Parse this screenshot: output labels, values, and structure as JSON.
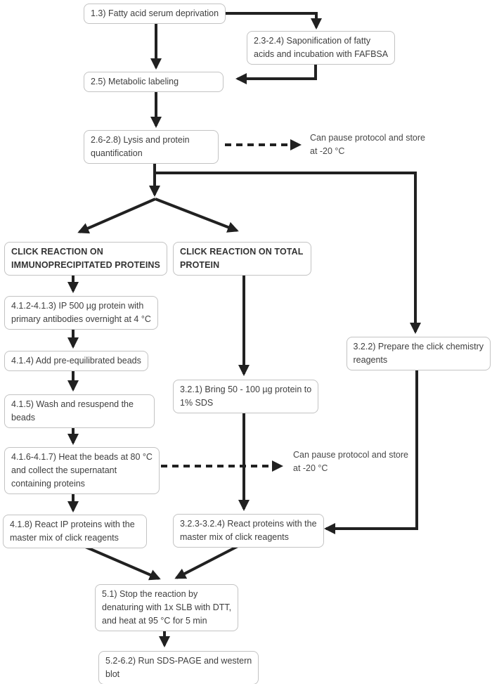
{
  "diagram": {
    "type": "protocol-flowchart",
    "colors": {
      "arrow": "#212121",
      "box_border": "#c3c3c3",
      "box_background": "#ffffff",
      "text": "#3e3e3e"
    },
    "nodes": {
      "step_1_3": {
        "label": "1.3) Fatty acid serum deprivation"
      },
      "step_2_3_2_4": {
        "label": "2.3-2.4) Saponification of fatty\nacids and incubation with FAFBSA"
      },
      "step_2_5": {
        "label": "2.5) Metabolic labeling"
      },
      "step_2_6_2_8": {
        "label": "2.6-2.8) Lysis and protein\nquantification"
      },
      "header_ip": {
        "label": "CLICK REACTION ON\nIMMUNOPRECIPITATED PROTEINS"
      },
      "header_total": {
        "label": "CLICK REACTION ON TOTAL\nPROTEIN"
      },
      "step_4_1_2": {
        "label": "4.1.2-4.1.3) IP 500 µg protein with\nprimary antibodies overnight at 4 °C"
      },
      "step_4_1_4": {
        "label": "4.1.4) Add pre-equilibrated beads"
      },
      "step_4_1_5": {
        "label": "4.1.5) Wash and resuspend the\nbeads"
      },
      "step_4_1_6": {
        "label": "4.1.6-4.1.7) Heat the beads at 80 °C\nand collect the supernatant\ncontaining proteins"
      },
      "step_4_1_8": {
        "label": "4.1.8) React IP proteins with the\nmaster mix of click reagents"
      },
      "step_3_2_1": {
        "label": "3.2.1) Bring 50 - 100 µg protein to\n1% SDS"
      },
      "step_3_2_2": {
        "label": "3.2.2) Prepare the click chemistry\nreagents"
      },
      "step_3_2_3": {
        "label": "3.2.3-3.2.4) React proteins with the\nmaster mix of click reagents"
      },
      "step_5_1": {
        "label": "5.1) Stop the reaction by\ndenaturing with 1x SLB with DTT,\nand heat at 95 °C for 5 min"
      },
      "step_5_2": {
        "label": "5.2-6.2) Run SDS-PAGE and western\nblot"
      }
    },
    "notes": {
      "pause_1": {
        "label": "Can pause protocol and store\nat -20 °C"
      },
      "pause_2": {
        "label": "Can pause protocol and store\nat -20 °C"
      }
    }
  }
}
